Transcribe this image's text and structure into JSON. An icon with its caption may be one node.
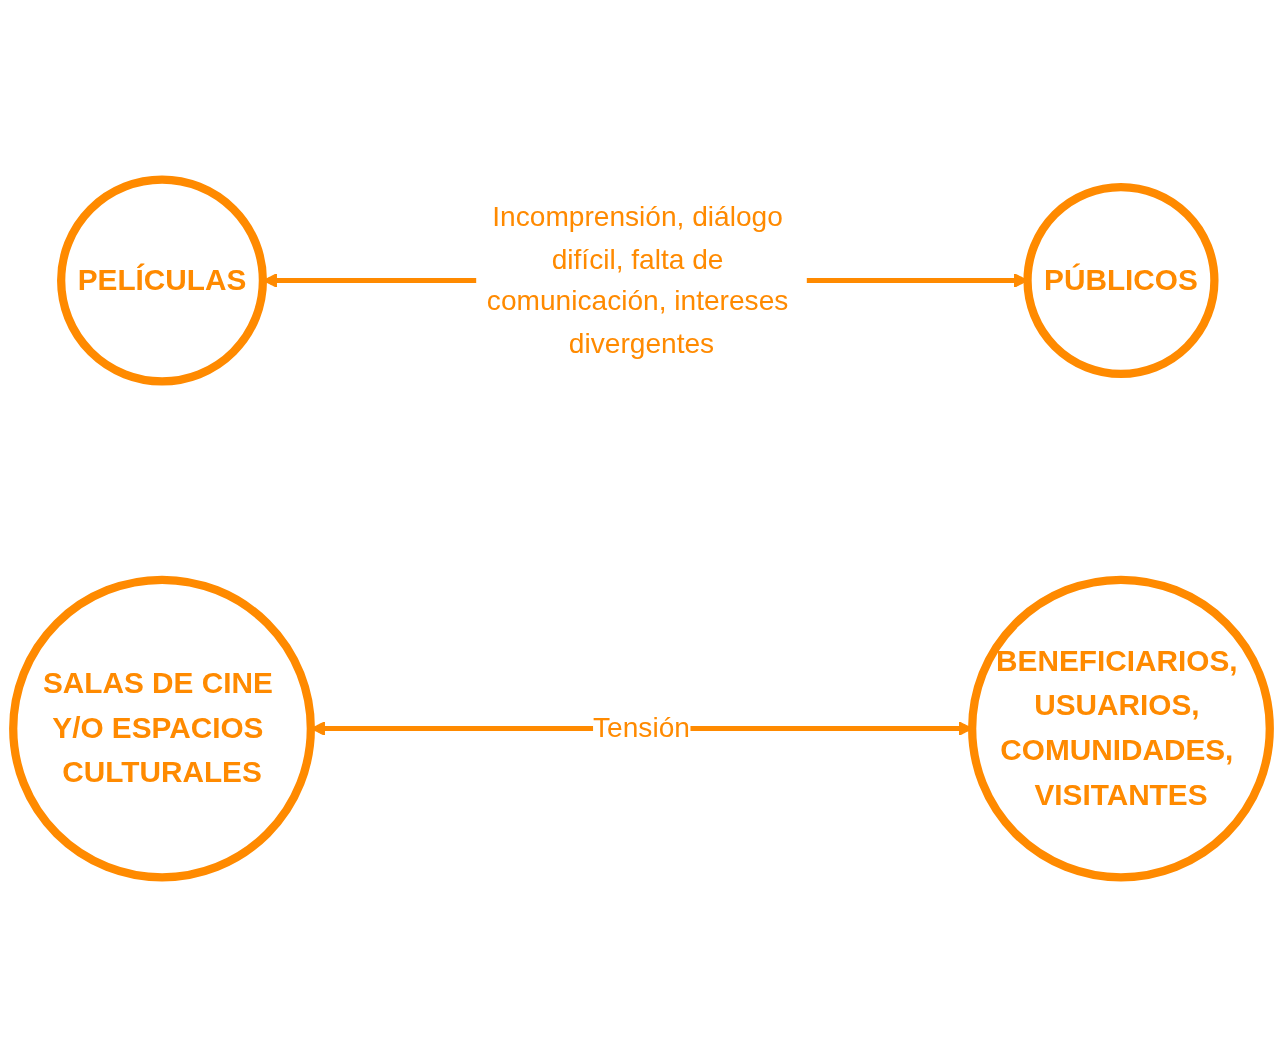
{
  "diagram": {
    "nodes": [
      {
        "text": [
          "PELÍCULAS"
        ]
      },
      {
        "text": [
          "PÚBLICOS"
        ]
      },
      {
        "text": [
          "SALAS DE CINE Y/O ESPACIOS CULTURALES"
        ]
      },
      {
        "text": [
          "BENEFICIARIOS, USUARIOS, COMUNIDADES, VISITANTES"
        ]
      }
    ],
    "edges": [
      {
        "from": 0,
        "to": 1,
        "arrow": "both",
        "label": "Incomprensión, diálogo difícil, falta de comunicación, intereses divergentes"
      },
      {
        "from": 2,
        "to": 3,
        "arrow": "both",
        "label": "Tensión"
      }
    ]
  }
}
